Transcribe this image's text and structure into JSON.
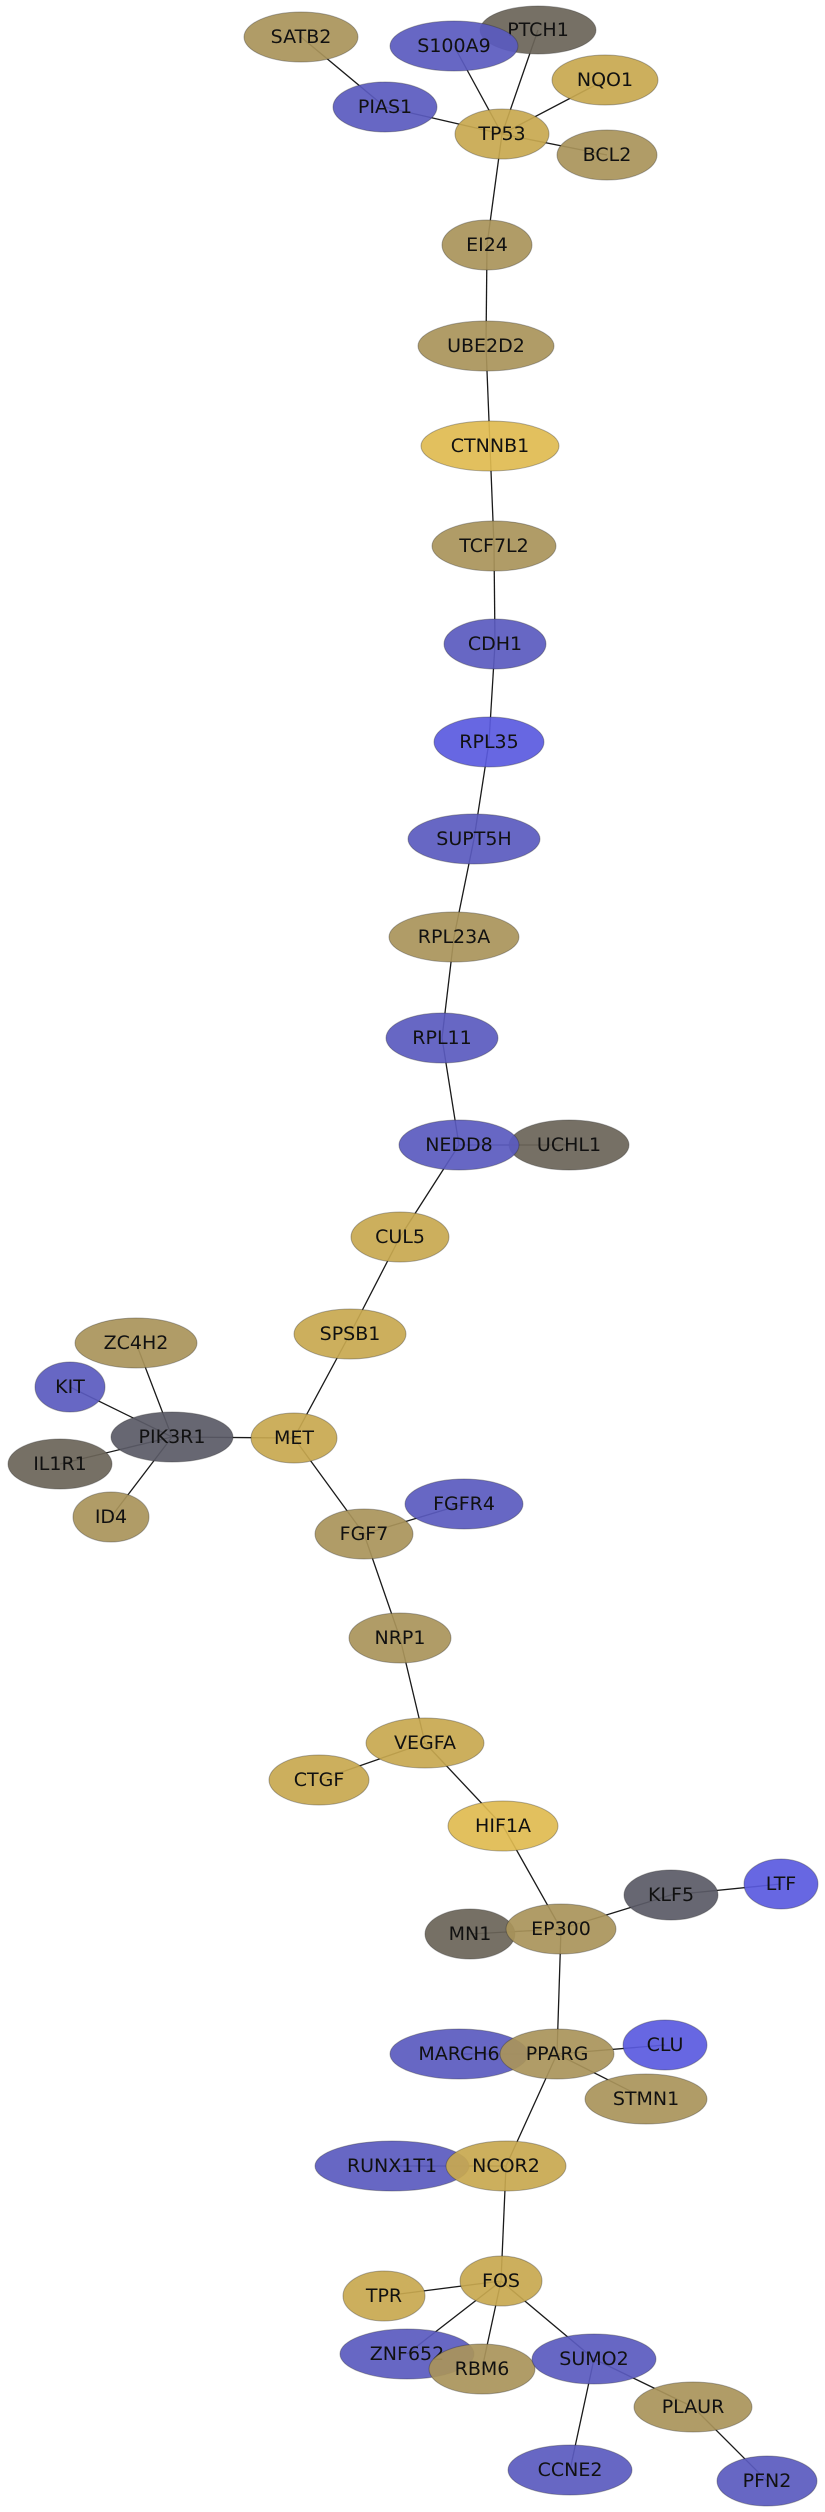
{
  "colors": {
    "gold": "#c8a84f",
    "bright_gold": "#e0bb50",
    "olive": "#a9945a",
    "blue": "#5a5abf",
    "bright_blue": "#5a5ae0",
    "dark_gray": "#5a5a66",
    "brown_gray": "#6a6458",
    "edge": "#1a1a1a"
  },
  "nodes": [
    {
      "id": "SATB2",
      "label": "SATB2",
      "color": "olive"
    },
    {
      "id": "PTCH1",
      "label": "PTCH1",
      "color": "brown_gray"
    },
    {
      "id": "S100A9",
      "label": "S100A9",
      "color": "blue"
    },
    {
      "id": "NQO1",
      "label": "NQO1",
      "color": "gold"
    },
    {
      "id": "PIAS1",
      "label": "PIAS1",
      "color": "blue"
    },
    {
      "id": "TP53",
      "label": "TP53",
      "color": "gold"
    },
    {
      "id": "BCL2",
      "label": "BCL2",
      "color": "olive"
    },
    {
      "id": "EI24",
      "label": "EI24",
      "color": "olive"
    },
    {
      "id": "UBE2D2",
      "label": "UBE2D2",
      "color": "olive"
    },
    {
      "id": "CTNNB1",
      "label": "CTNNB1",
      "color": "bright_gold"
    },
    {
      "id": "TCF7L2",
      "label": "TCF7L2",
      "color": "olive"
    },
    {
      "id": "CDH1",
      "label": "CDH1",
      "color": "blue"
    },
    {
      "id": "RPL35",
      "label": "RPL35",
      "color": "bright_blue"
    },
    {
      "id": "SUPT5H",
      "label": "SUPT5H",
      "color": "blue"
    },
    {
      "id": "RPL23A",
      "label": "RPL23A",
      "color": "olive"
    },
    {
      "id": "RPL11",
      "label": "RPL11",
      "color": "blue"
    },
    {
      "id": "UCHL1",
      "label": "UCHL1",
      "color": "brown_gray"
    },
    {
      "id": "NEDD8",
      "label": "NEDD8",
      "color": "blue"
    },
    {
      "id": "CUL5",
      "label": "CUL5",
      "color": "gold"
    },
    {
      "id": "SPSB1",
      "label": "SPSB1",
      "color": "gold"
    },
    {
      "id": "ZC4H2",
      "label": "ZC4H2",
      "color": "olive"
    },
    {
      "id": "KIT",
      "label": "KIT",
      "color": "blue"
    },
    {
      "id": "PIK3R1",
      "label": "PIK3R1",
      "color": "dark_gray"
    },
    {
      "id": "MET",
      "label": "MET",
      "color": "gold"
    },
    {
      "id": "IL1R1",
      "label": "IL1R1",
      "color": "brown_gray"
    },
    {
      "id": "ID4",
      "label": "ID4",
      "color": "olive"
    },
    {
      "id": "FGFR4",
      "label": "FGFR4",
      "color": "blue"
    },
    {
      "id": "FGF7",
      "label": "FGF7",
      "color": "olive"
    },
    {
      "id": "NRP1",
      "label": "NRP1",
      "color": "olive"
    },
    {
      "id": "VEGFA",
      "label": "VEGFA",
      "color": "gold"
    },
    {
      "id": "CTGF",
      "label": "CTGF",
      "color": "gold"
    },
    {
      "id": "HIF1A",
      "label": "HIF1A",
      "color": "bright_gold"
    },
    {
      "id": "LTF",
      "label": "LTF",
      "color": "bright_blue"
    },
    {
      "id": "KLF5",
      "label": "KLF5",
      "color": "dark_gray"
    },
    {
      "id": "MN1",
      "label": "MN1",
      "color": "brown_gray"
    },
    {
      "id": "EP300",
      "label": "EP300",
      "color": "olive"
    },
    {
      "id": "CLU",
      "label": "CLU",
      "color": "bright_blue"
    },
    {
      "id": "MARCH6",
      "label": "MARCH6",
      "color": "blue"
    },
    {
      "id": "PPARG",
      "label": "PPARG",
      "color": "olive"
    },
    {
      "id": "STMN1",
      "label": "STMN1",
      "color": "olive"
    },
    {
      "id": "RUNX1T1",
      "label": "RUNX1T1",
      "color": "blue"
    },
    {
      "id": "NCOR2",
      "label": "NCOR2",
      "color": "gold"
    },
    {
      "id": "FOS",
      "label": "FOS",
      "color": "gold"
    },
    {
      "id": "TPR",
      "label": "TPR",
      "color": "gold"
    },
    {
      "id": "ZNF652",
      "label": "ZNF652",
      "color": "blue"
    },
    {
      "id": "RBM6",
      "label": "RBM6",
      "color": "olive"
    },
    {
      "id": "SUMO2",
      "label": "SUMO2",
      "color": "blue"
    },
    {
      "id": "PLAUR",
      "label": "PLAUR",
      "color": "olive"
    },
    {
      "id": "CCNE2",
      "label": "CCNE2",
      "color": "blue"
    },
    {
      "id": "PFN2",
      "label": "PFN2",
      "color": "blue"
    }
  ],
  "edges": [
    [
      "SATB2",
      "PIAS1"
    ],
    [
      "PIAS1",
      "TP53"
    ],
    [
      "S100A9",
      "TP53"
    ],
    [
      "PTCH1",
      "TP53"
    ],
    [
      "NQO1",
      "TP53"
    ],
    [
      "TP53",
      "BCL2"
    ],
    [
      "TP53",
      "EI24"
    ],
    [
      "EI24",
      "UBE2D2"
    ],
    [
      "UBE2D2",
      "CTNNB1"
    ],
    [
      "CTNNB1",
      "TCF7L2"
    ],
    [
      "TCF7L2",
      "CDH1"
    ],
    [
      "CDH1",
      "RPL35"
    ],
    [
      "RPL35",
      "SUPT5H"
    ],
    [
      "SUPT5H",
      "RPL23A"
    ],
    [
      "RPL23A",
      "RPL11"
    ],
    [
      "RPL11",
      "NEDD8"
    ],
    [
      "NEDD8",
      "UCHL1"
    ],
    [
      "NEDD8",
      "CUL5"
    ],
    [
      "CUL5",
      "SPSB1"
    ],
    [
      "SPSB1",
      "MET"
    ],
    [
      "ZC4H2",
      "PIK3R1"
    ],
    [
      "KIT",
      "PIK3R1"
    ],
    [
      "PIK3R1",
      "MET"
    ],
    [
      "PIK3R1",
      "IL1R1"
    ],
    [
      "PIK3R1",
      "ID4"
    ],
    [
      "MET",
      "FGF7"
    ],
    [
      "FGF7",
      "FGFR4"
    ],
    [
      "FGF7",
      "NRP1"
    ],
    [
      "NRP1",
      "VEGFA"
    ],
    [
      "VEGFA",
      "CTGF"
    ],
    [
      "VEGFA",
      "HIF1A"
    ],
    [
      "HIF1A",
      "EP300"
    ],
    [
      "EP300",
      "KLF5"
    ],
    [
      "KLF5",
      "LTF"
    ],
    [
      "EP300",
      "MN1"
    ],
    [
      "EP300",
      "PPARG"
    ],
    [
      "PPARG",
      "MARCH6"
    ],
    [
      "PPARG",
      "CLU"
    ],
    [
      "PPARG",
      "STMN1"
    ],
    [
      "PPARG",
      "NCOR2"
    ],
    [
      "NCOR2",
      "RUNX1T1"
    ],
    [
      "NCOR2",
      "FOS"
    ],
    [
      "FOS",
      "TPR"
    ],
    [
      "FOS",
      "ZNF652"
    ],
    [
      "FOS",
      "RBM6"
    ],
    [
      "FOS",
      "SUMO2"
    ],
    [
      "SUMO2",
      "CCNE2"
    ],
    [
      "SUMO2",
      "PLAUR"
    ],
    [
      "PLAUR",
      "PFN2"
    ]
  ]
}
